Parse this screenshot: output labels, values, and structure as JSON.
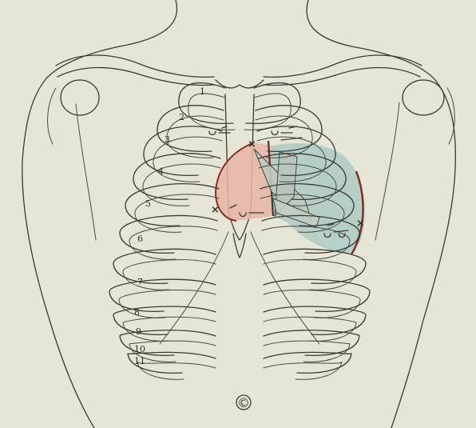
{
  "figure": {
    "rib_numbers_right_side": [
      "1",
      "2",
      "3",
      "4",
      "5",
      "6",
      "7",
      "8",
      "9",
      "10",
      "11"
    ],
    "position_marks": [
      "×",
      "×",
      "×"
    ],
    "copyright_symbol": "©",
    "colors": {
      "paper": "#e7e5d5",
      "ink": "#3a3a36",
      "right_heart_area": "#e8b5a6",
      "left_heart_area": "#a9c9c3",
      "pulmonary_area": "#b7d2cc",
      "heart_border": "#8b2c22"
    }
  }
}
